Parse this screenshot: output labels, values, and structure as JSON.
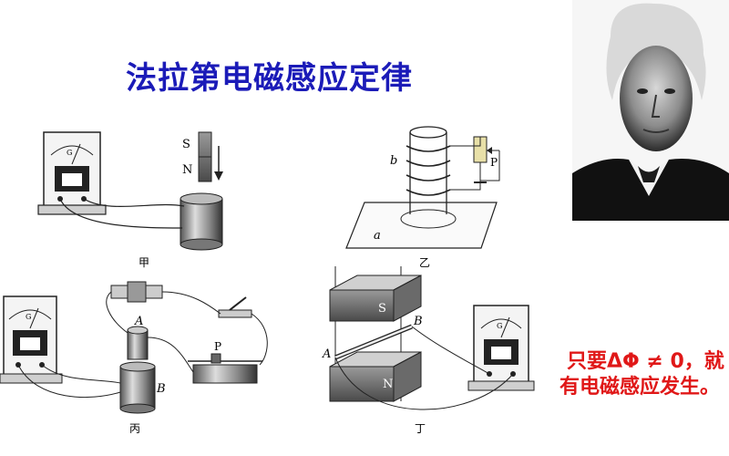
{
  "title": "法拉第电磁感应定律",
  "panels": {
    "jia": {
      "caption": "甲",
      "magnet_s": "S",
      "magnet_n": "N",
      "meter_label": "G"
    },
    "yi": {
      "caption": "乙",
      "coil_label": "b",
      "plane_label": "a",
      "rheostat_label": "P"
    },
    "bing": {
      "caption": "丙",
      "coil_a_label": "A",
      "coil_b_label": "B",
      "rheostat_label": "P",
      "meter_label": "G"
    },
    "ding": {
      "caption": "丁",
      "magnet_s": "S",
      "magnet_n": "N",
      "rod_a_label": "A",
      "rod_b_label": "B",
      "meter_label": "G"
    }
  },
  "conclusion": {
    "line1": "只要ΔΦ ≠ 0，就",
    "line2": "有电磁感应发生。"
  }
}
